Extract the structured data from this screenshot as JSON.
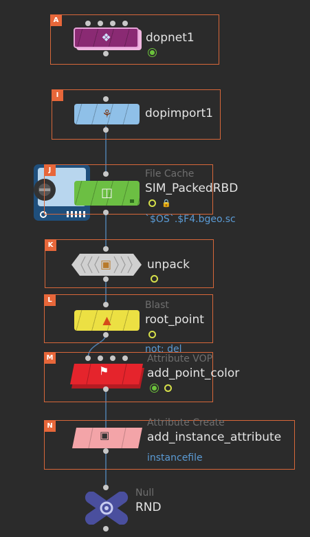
{
  "nodes": [
    {
      "id": "dopnet1",
      "tag": "A",
      "type_label": "",
      "name": "dopnet1",
      "extra": "",
      "color": "#8a2a73"
    },
    {
      "id": "dopimport1",
      "tag": "I",
      "type_label": "",
      "name": "dopimport1",
      "extra": "",
      "color": "#8fc0e8"
    },
    {
      "id": "sim_packedrbd",
      "tag": "J",
      "type_label": "File Cache",
      "name": "SIM_PackedRBD",
      "extra": "`$OS`.$F4.bgeo.sc",
      "color": "#6cbf43"
    },
    {
      "id": "unpack",
      "tag": "K",
      "type_label": "",
      "name": "unpack",
      "extra": "",
      "color": "#d0d0d0"
    },
    {
      "id": "root_point",
      "tag": "L",
      "type_label": "Blast",
      "name": "root_point",
      "extra": "not: del",
      "color": "#ece043"
    },
    {
      "id": "add_point_color",
      "tag": "M",
      "type_label": "Attribute VOP",
      "name": "add_point_color",
      "extra": "",
      "color": "#e5242c"
    },
    {
      "id": "add_instance_attribute",
      "tag": "N",
      "type_label": "Attribute Create",
      "name": "add_instance_attribute",
      "extra": "instancefile",
      "color": "#f3a4a8"
    },
    {
      "id": "rnd",
      "tag": "",
      "type_label": "Null",
      "name": "RND",
      "extra": "",
      "color": "#4a4f9e"
    }
  ],
  "colors": {
    "frame": "#d9683a",
    "wire": "#4f7fae",
    "label": "#e4e4e4",
    "type_label": "#6f6f6f",
    "extra": "#5b9bd5"
  },
  "icons": {
    "dopnet1": "dop-network-icon",
    "dopimport1": "dop-import-icon",
    "sim_packedrbd": "file-cache-drive-icon",
    "unpack": "unpack-icon",
    "root_point": "blast-icon",
    "add_point_color": "vop-icon",
    "add_instance_attribute": "attribute-create-icon",
    "rnd": "null-icon"
  }
}
